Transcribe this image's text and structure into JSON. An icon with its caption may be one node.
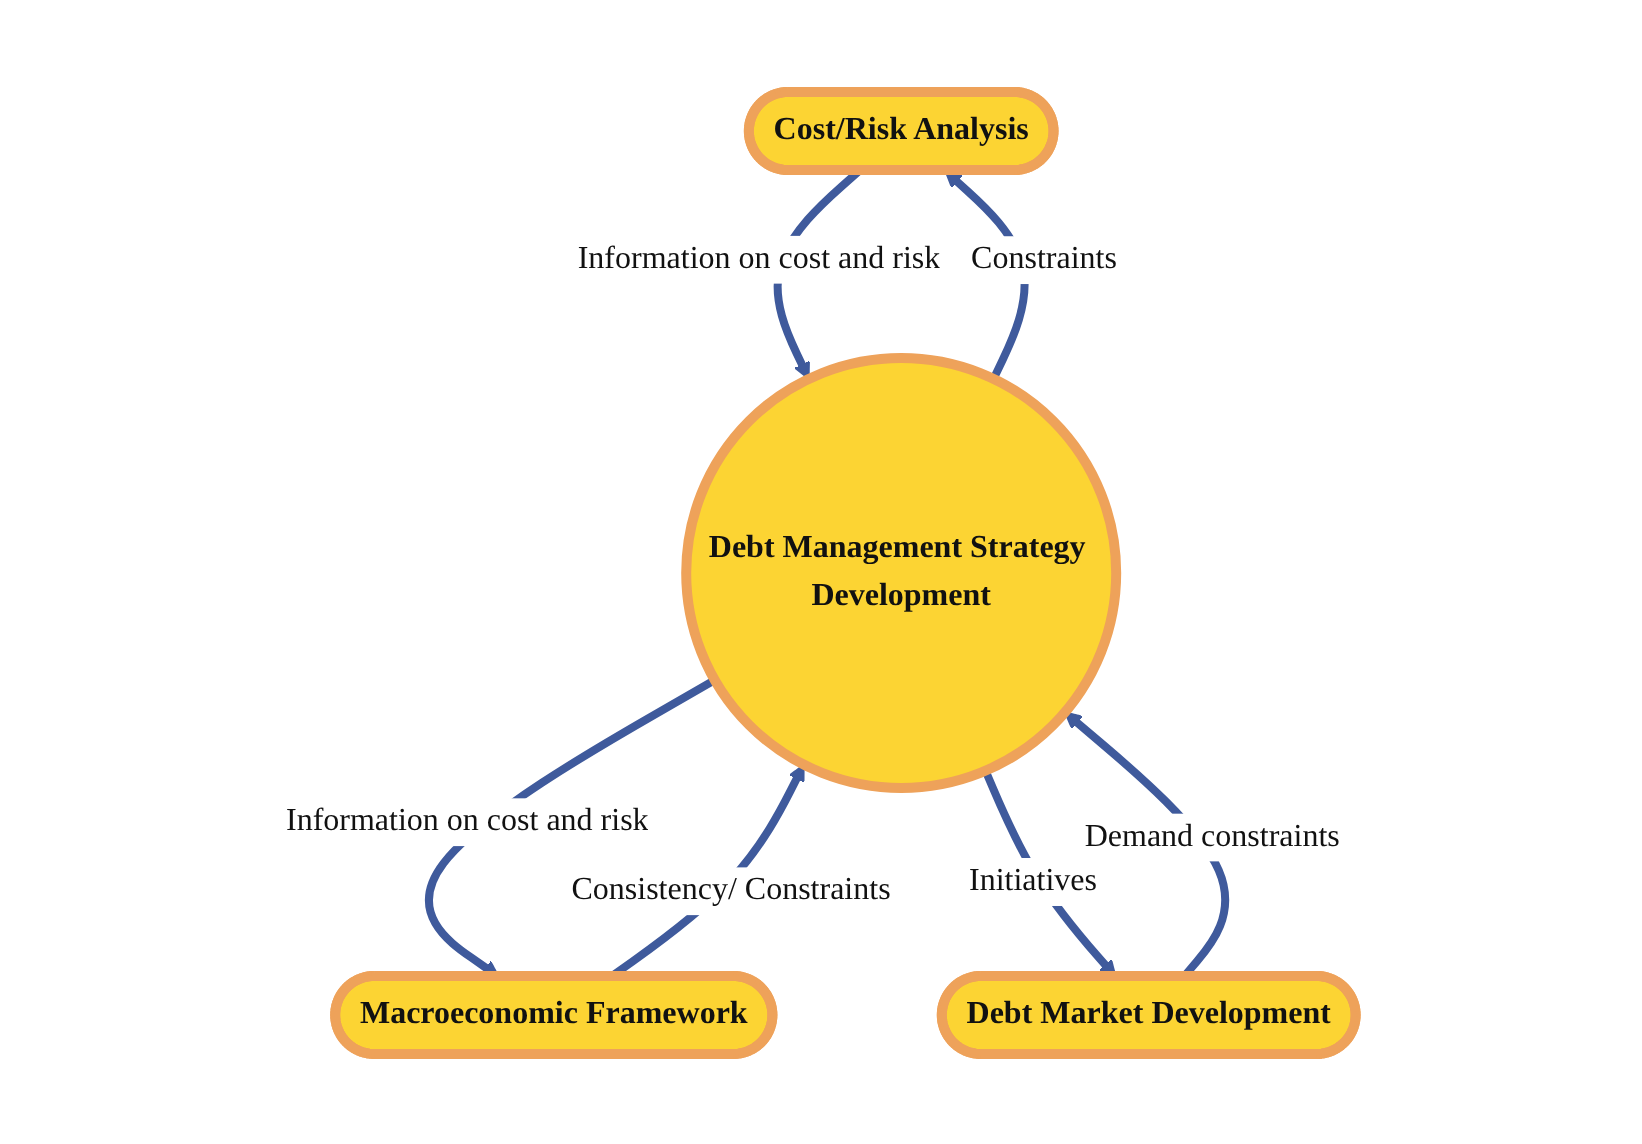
{
  "diagram": {
    "nodes": [
      {
        "text": [
          "Cost/Risk Analysis"
        ]
      },
      {
        "text": [
          "Debt Management Strategy Development"
        ]
      },
      {
        "text": [
          "Macroeconomic Framework"
        ]
      },
      {
        "text": [
          "Debt Market Development"
        ]
      }
    ],
    "edges": [
      {
        "from": 0,
        "to": 1,
        "arrow": "to",
        "label": "Information on cost and risk"
      },
      {
        "from": 1,
        "to": 0,
        "arrow": "to",
        "label": "Constraints"
      },
      {
        "from": 1,
        "to": 2,
        "arrow": "to",
        "label": "Information on cost and risk"
      },
      {
        "from": 2,
        "to": 1,
        "arrow": "to",
        "label": "Consistency/ Constraints"
      },
      {
        "from": 1,
        "to": 3,
        "arrow": "to",
        "label": "Initiatives"
      },
      {
        "from": 3,
        "to": 1,
        "arrow": "to",
        "label": "Demand constraints"
      }
    ]
  }
}
